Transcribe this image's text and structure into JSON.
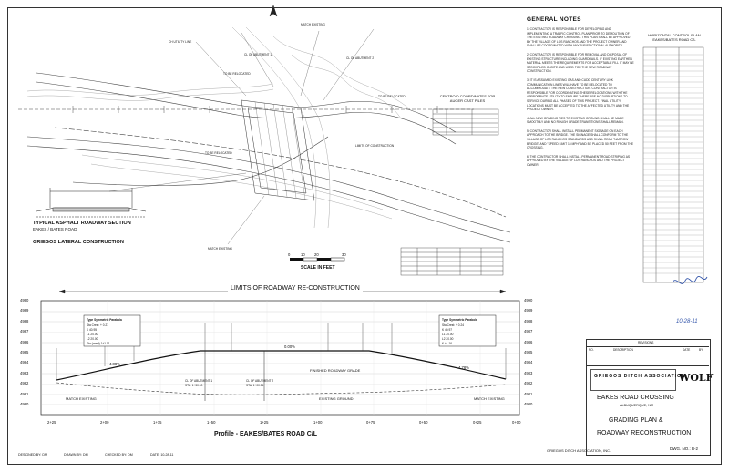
{
  "plan": {
    "callouts": {
      "match_existing_top": "MATCH EXISTING",
      "match_existing_bottom": "MATCH EXISTING",
      "ch_utility_line": "CH UTILITY LINE",
      "to_be_relocated_1": "TO BE RELOCATED",
      "to_be_relocated_2": "TO BE RELOCATED",
      "to_be_relocated_3": "TO BE RELOCATED",
      "cl_abutment_1": "CL OF ABUTMENT 1",
      "cl_abutment_2": "CL OF ABUTMENT 2",
      "limits_of_construction": "LIMITS OF CONSTRUCTION"
    }
  },
  "typical_section": {
    "title": "TYPICAL ASPHALT ROADWAY SECTION",
    "subtitle": "EAKES / BATES ROAD"
  },
  "griegos": {
    "title": "GRIEGOS LATERAL CONSTRUCTION"
  },
  "centroid_table": {
    "title": "CENTROID COORDINATES FOR AUGER CAST PILES"
  },
  "scale": {
    "ticks": [
      "0",
      "10",
      "20",
      "30"
    ],
    "label": "SCALE IN FEET"
  },
  "general_notes": {
    "title": "GENERAL NOTES",
    "items": [
      "1. CONTRACTOR IS RESPONSIBLE FOR DEVELOPING AND IMPLEMENTING A TRAFFIC CONTROL PLAN PRIOR TO DEMOLITION OF THE EXISTING ROADWAY CROSSING. THIS PLAN SHALL BE APPROVED BY THE VILLAGE OF LOS RANCHOS AND THE PROJECT OWNER AND SHALL BE COORDINATED WITH ANY JURISDICTIONAL AUTHORITY.",
      "2. CONTRACTOR IS RESPONSIBLE FOR REMOVAL AND DISPOSAL OF EXISTING STRUCTURE INCLUDING GUARDRAILS. IF EXISTING EARTHEN MATERIAL MEETS THE REQUIREMENTS FOR ACCEPTABLE FILL IT MAY BE STOCKPILED ONSITE AND USED FOR THE NEW ROADWAY CONSTRUCTION.",
      "3. IT IS ASSUMED EXISTING GAS AND CUDD CENTURY LINK COMMUNICATION LINES WILL HAVE TO BE RELOCATED TO ACCOMMODATE THE NEW CONSTRUCTION. CONTRACTOR IS RESPONSIBLE FOR COORDINATING THESE RELOCATIONS WITH THE APPROPRIATE UTILITY TO ENSURE THERE ARE NO DISRUPTIONS TO SERVICE DURING ALL PHASES OF THIS PROJECT. FINAL UTILITY LOCATIONS MUST BE ACCEPTED TO THE AFFECTED UTILITY AND THE PROJECT OWNER.",
      "4. ALL NEW GRADING TIES TO EXISTING GROUND SHALL BE MADE SMOOTHLY AND NO ROUGH GRADE TRANSITIONS SHALL REMAIN.",
      "5. CONTRACTOR SHALL INSTALL PERMANENT SIGNAGE ON EACH APPROACH TO THE BRIDGE. THE SIGNAGE SHALL CONFORM TO THE VILLAGE OF LOS RANCHOS STANDARDS AND SHALL READ \"NARROW BRIDGE\" AND \"SPEED LIMIT 15 MPH\" AND BE PLACED 50 FEET FROM THE CROSSING.",
      "6. THE CONTRACTOR SHALL INSTALL PERMANENT ROAD STRIPING AS APPROVED BY THE VILLAGE OF LOS RANCHOS AND THE PROJECT OWNER."
    ]
  },
  "control_table": {
    "title": "HORIZONTAL CONTROL PLAN EAKES/BATES ROAD C/L"
  },
  "profile": {
    "title": "LIMITS OF ROADWAY RE-CONSTRUCTION",
    "footer_title": "Profile - EAKES/BATES ROAD C/L",
    "elevations": [
      "4990",
      "4989",
      "4988",
      "4987",
      "4986",
      "4985",
      "4984",
      "4983",
      "4982",
      "4981",
      "4980"
    ],
    "stations": [
      "2+25",
      "2+00",
      "1+75",
      "1+50",
      "1+25",
      "1+00",
      "0+75",
      "0+50",
      "0+25",
      "0+00"
    ],
    "slopes": {
      "left": "4.88%",
      "center": "0.00%",
      "right": "4.78%"
    },
    "labels": {
      "finished_grade": "FINISHED ROADWAY GRADE",
      "existing_ground": "EXISTING GROUND",
      "match_existing_left": "MATCH EXISTING",
      "match_existing_right": "MATCH EXISTING",
      "abutment_1": "CL OF ABUTMENT 1",
      "abutment_1_sta": "STA. 1+30.00",
      "abutment_2": "CL OF ABUTMENT 2",
      "abutment_2_sta": "STA. 1+00.54"
    },
    "parabola_left": {
      "title": "Type Symmetric Parabola",
      "lines": [
        "Sta Crest: + 0.27",
        "K 40.95",
        "L1 20.00",
        "L2 20.00",
        "Sta (crest) 1+1.01"
      ]
    },
    "parabola_right": {
      "title": "Type Symmetric Parabola",
      "lines": [
        "Sta Crest: + 0.24",
        "K 40.97",
        "L1 20.00",
        "L2 20.00",
        "K +1.16"
      ]
    }
  },
  "signature": {
    "name_script": "Daywhitt",
    "date": "10-28-11"
  },
  "revisions": {
    "title": "REVISIONS",
    "col_no": "NO.",
    "col_desc": "DESCRIPTION",
    "col_date": "DATE",
    "col_by": "BY"
  },
  "title_block": {
    "firm_left": "GRIEGOS DITCH ASSOCIATION",
    "firm_right": "WOLF",
    "project": "EAKES ROAD CROSSING",
    "location": "ALBUQUERQUE, NM",
    "sheet_title_1": "GRADING PLAN &",
    "sheet_title_2": "ROADWAY RECONSTRUCTION",
    "client": "GRIEGOS DITCH ASSOCIATION, INC.",
    "sheet_no": "DWG. NO.: B-2"
  },
  "footer": {
    "designed": "DESIGNED BY: DM",
    "drawn": "DRAWN BY: DM",
    "checked": "CHECKED BY: DM",
    "date": "DATE: 10-28-11"
  },
  "colors": {
    "ink": "#111111",
    "line": "#333333",
    "hatch": "#555555"
  }
}
